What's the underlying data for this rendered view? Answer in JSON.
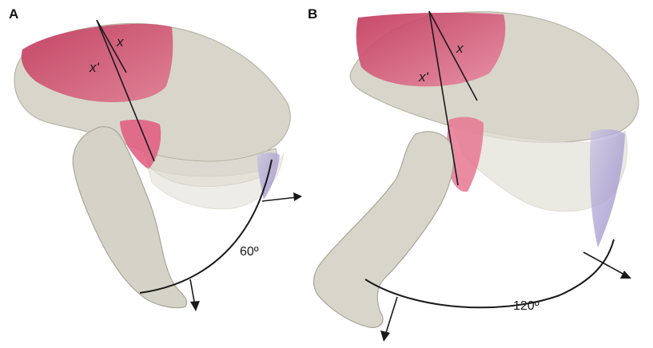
{
  "panels": [
    {
      "letter": "A",
      "angle_label": "60º",
      "lever_x": "x",
      "lever_x_prime": "x'"
    },
    {
      "letter": "B",
      "angle_label": "120º",
      "lever_x": "x",
      "lever_x_prime": "x'"
    }
  ],
  "colors": {
    "bone": "#d8d6cb",
    "bone_edge": "#b7b4a5",
    "muscle": "#c23a5d",
    "muscle_light": "#e9879f",
    "canine_fill": "#a79ccd",
    "ink": "#1a1a1a"
  }
}
